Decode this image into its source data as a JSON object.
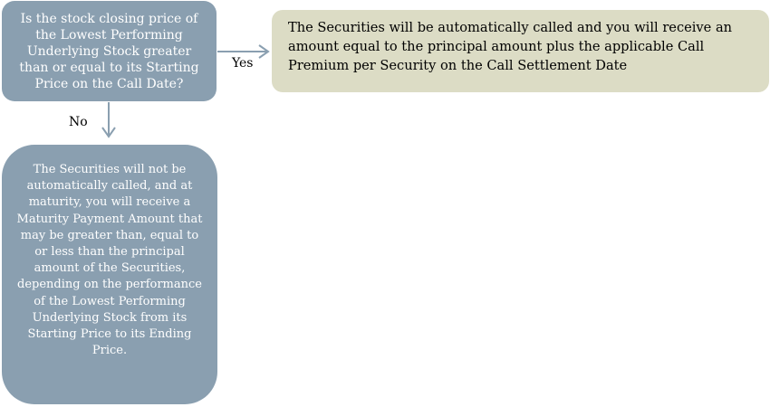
{
  "decision": {
    "question": "Is the stock closing price of the Lowest Performing Underlying Stock greater than or equal to its Starting Price on the Call Date?"
  },
  "branches": {
    "yes_label": "Yes",
    "no_label": "No"
  },
  "outcomes": {
    "called": "The Securities will be automatically called and you will receive an amount equal to the principal amount plus the applicable Call Premium per Security on the Call Settlement Date",
    "maturity": "The Securities will not be automatically called, and at maturity, you will receive a Maturity Payment Amount that may be greater than, equal to or less than the principal amount of the Securities, depending on the performance of the Lowest Performing Underlying Stock from its Starting Price to its Ending Price."
  },
  "colors": {
    "decision_fill": "#8a9fb0",
    "called_fill": "#dcdcc5",
    "arrow": "#8a9fb0"
  }
}
